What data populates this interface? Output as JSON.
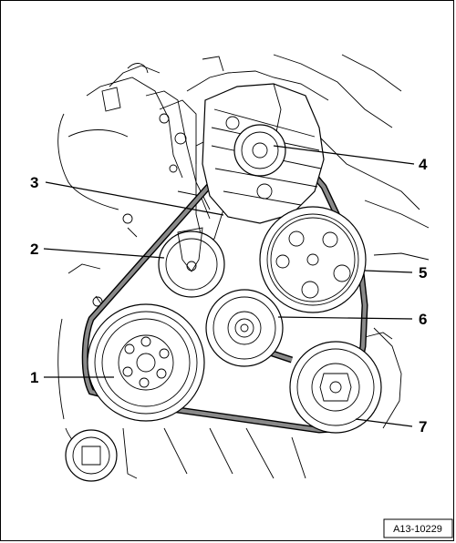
{
  "callouts": [
    {
      "id": "1",
      "label": "1"
    },
    {
      "id": "2",
      "label": "2"
    },
    {
      "id": "3",
      "label": "3"
    },
    {
      "id": "4",
      "label": "4"
    },
    {
      "id": "5",
      "label": "5"
    },
    {
      "id": "6",
      "label": "6"
    },
    {
      "id": "7",
      "label": "7"
    }
  ],
  "figure_ref": "A13-10229",
  "colors": {
    "line": "#000000",
    "belt_fill": "#8a8a8a",
    "background": "#ffffff"
  }
}
